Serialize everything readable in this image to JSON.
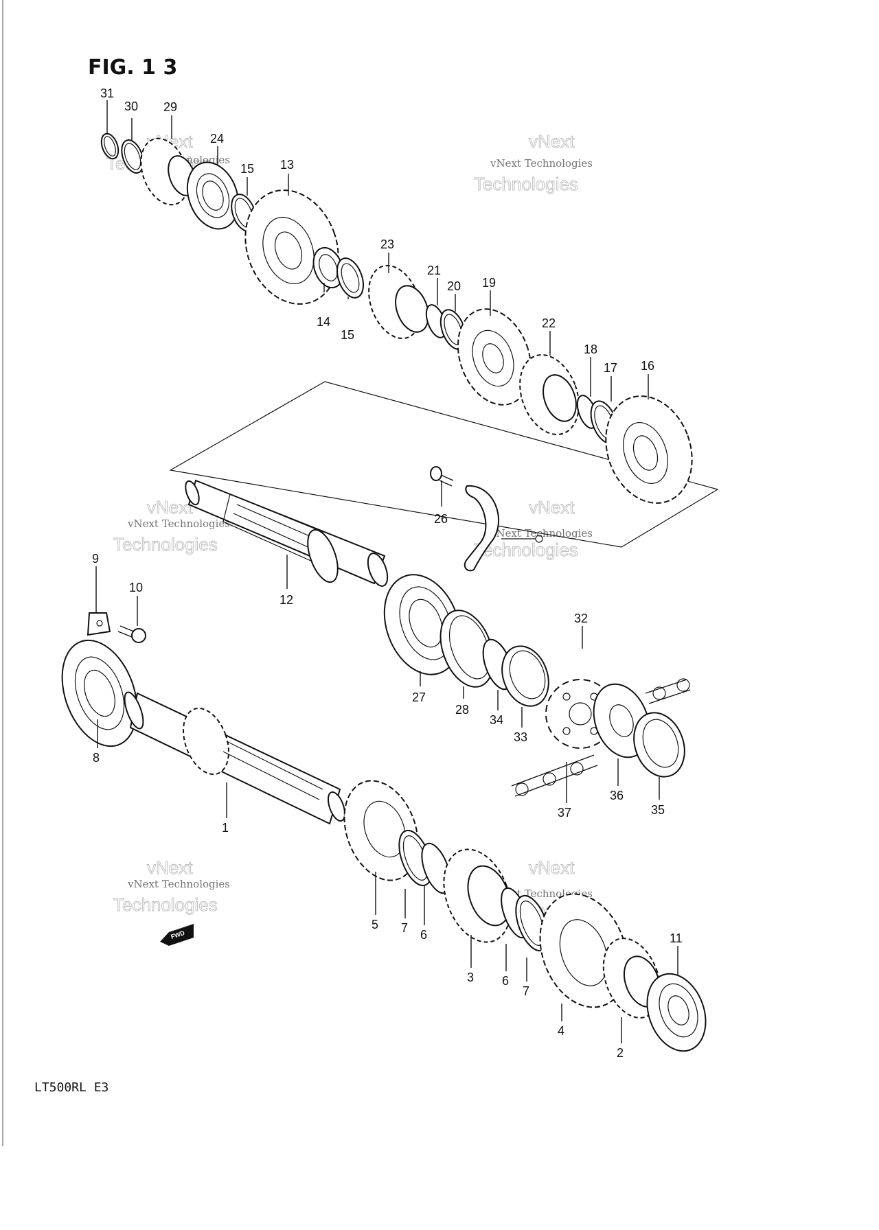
{
  "figure": {
    "title": "FIG. 1 3",
    "model_code": "LT500RL  E3",
    "fwd_badge": "FWD"
  },
  "watermark": {
    "line1": "vNext Technologies",
    "outline1": "vNext",
    "outline2": "Technologies"
  },
  "part_labels": {
    "p1": "1",
    "p2": "2",
    "p3": "3",
    "p4": "4",
    "p5": "5",
    "p6a": "6",
    "p6b": "6",
    "p7a": "7",
    "p7b": "7",
    "p8": "8",
    "p9": "9",
    "p10": "10",
    "p11": "11",
    "p12": "12",
    "p13": "13",
    "p14": "14",
    "p15a": "15",
    "p15b": "15",
    "p16": "16",
    "p17": "17",
    "p18": "18",
    "p19": "19",
    "p20": "20",
    "p21": "21",
    "p22": "22",
    "p23": "23",
    "p24": "24",
    "p26": "26",
    "p27": "27",
    "p28": "28",
    "p29": "29",
    "p30": "30",
    "p31": "31",
    "p32": "32",
    "p33": "33",
    "p34": "34",
    "p35": "35",
    "p36": "36",
    "p37": "37"
  }
}
